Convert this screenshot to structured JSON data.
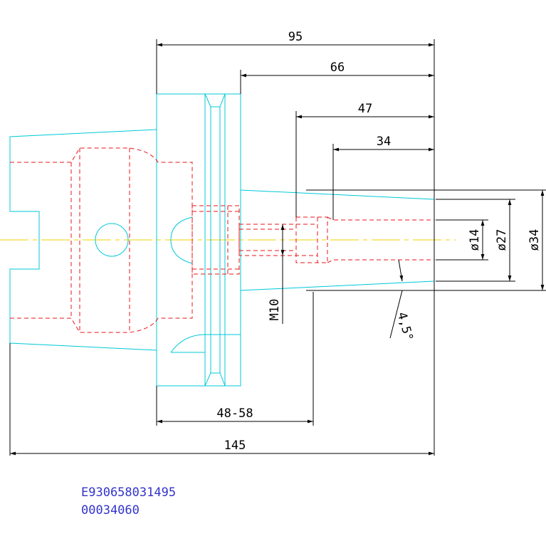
{
  "dimensions": {
    "d95": "95",
    "d66": "66",
    "d47": "47",
    "d34": "34",
    "d48_58": "48-58",
    "d145": "145",
    "dia14": "ø14",
    "dia27": "ø27",
    "dia34": "ø34",
    "thread": "M10",
    "angle": "4,5°"
  },
  "codes": {
    "part_number": "E930658031495",
    "order_number": "00034060"
  },
  "colors": {
    "outline": "#00c8d8",
    "hidden": "#e8141a",
    "dimension": "#000000",
    "centerline": "#f0d200",
    "code_text": "#3333cc"
  }
}
